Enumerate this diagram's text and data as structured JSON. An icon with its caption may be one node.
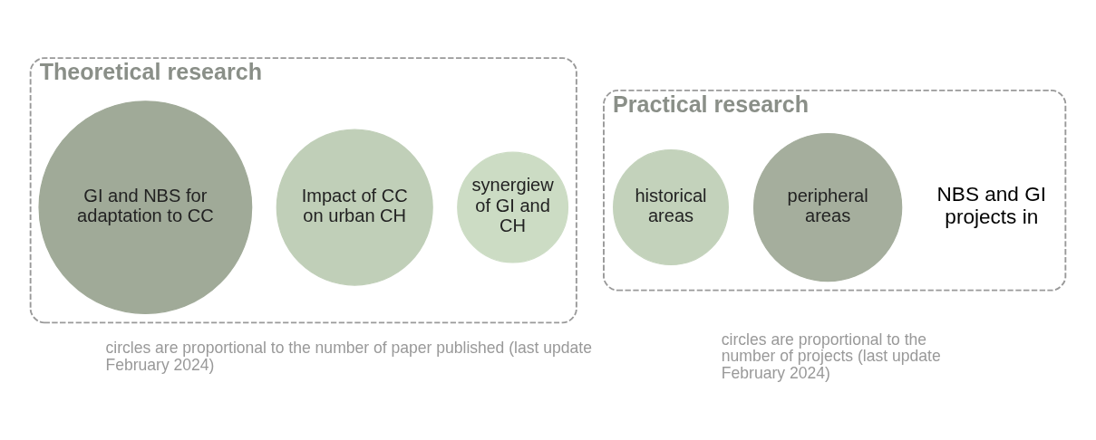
{
  "diagram": {
    "nodes": [
      {
        "text": [
          "Theoretical research"
        ],
        "beside": [
          "circles are proportional to the number of paper published (last update February 2024)"
        ]
      },
      {
        "text": [
          "GI and NBS for adaptation to CC"
        ],
        "in": 0
      },
      {
        "text": [
          "Impact of CC on urban CH"
        ],
        "in": 0
      },
      {
        "text": [
          "synergiew of GI and CH"
        ],
        "in": 0
      },
      {
        "text": [
          "Practical research"
        ],
        "beside": [
          "circles are proportional to the number of projects (last update February 2024)"
        ]
      },
      {
        "text": [
          "historical areas"
        ],
        "in": 4
      },
      {
        "text": [
          "peripheral areas"
        ],
        "in": 4
      }
    ],
    "labels": [
      "NBS and GI projects in"
    ]
  }
}
